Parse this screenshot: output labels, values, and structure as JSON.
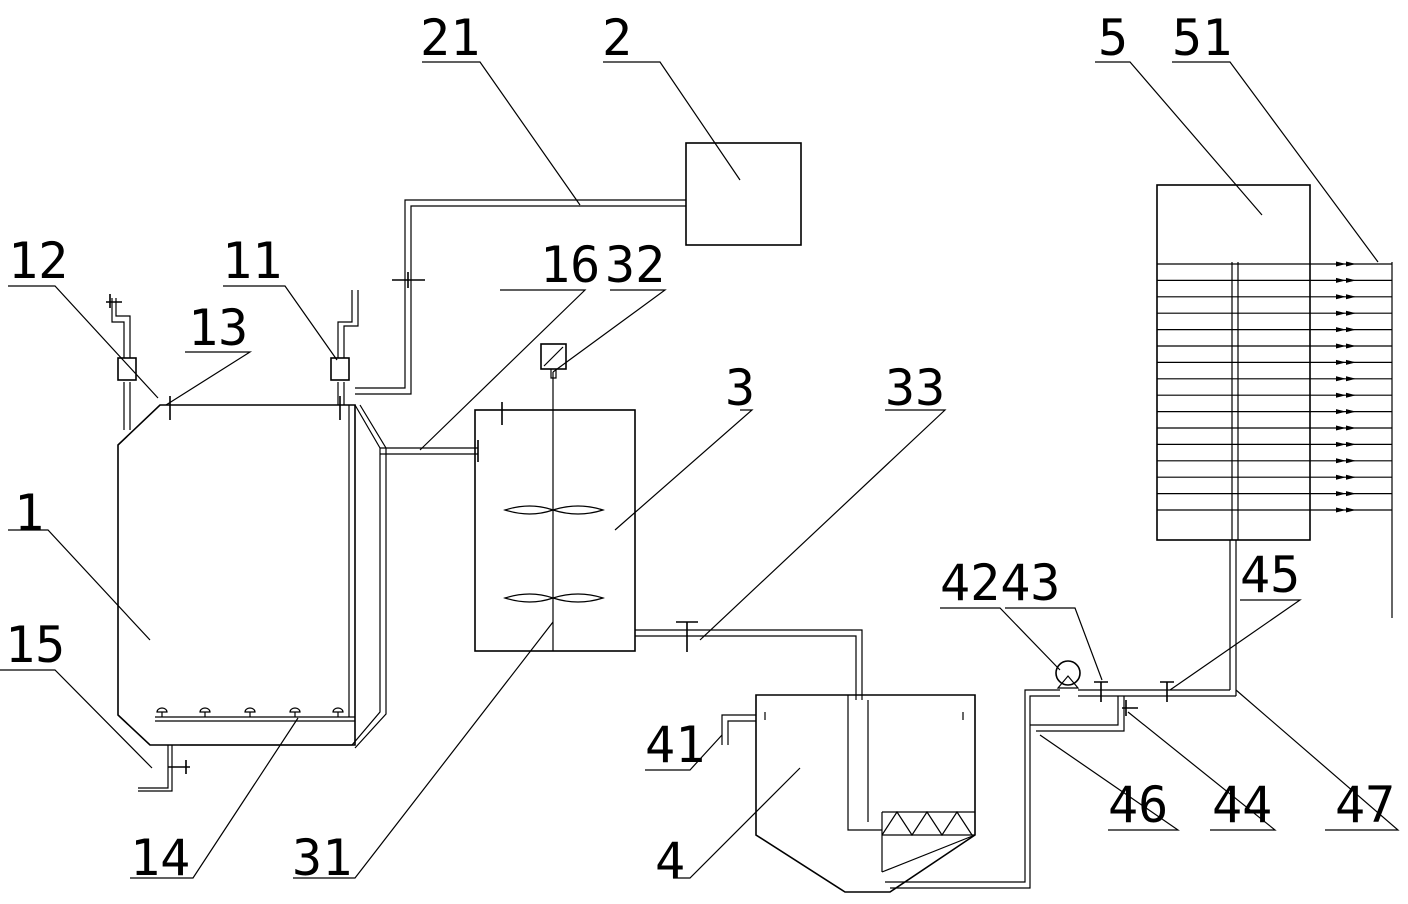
{
  "diagram": {
    "colors": {
      "ink": "#000000",
      "paper": "#ffffff"
    },
    "labels": {
      "l1": "1",
      "l2": "2",
      "l3": "3",
      "l4": "4",
      "l5": "5",
      "l11": "11",
      "l12": "12",
      "l13": "13",
      "l14": "14",
      "l15": "15",
      "l16": "16",
      "l21": "21",
      "l31": "31",
      "l32": "32",
      "l33": "33",
      "l41": "41",
      "l4243": "4243",
      "l44": "44",
      "l45": "45",
      "l46": "46",
      "l47": "47",
      "l51": "51"
    }
  }
}
